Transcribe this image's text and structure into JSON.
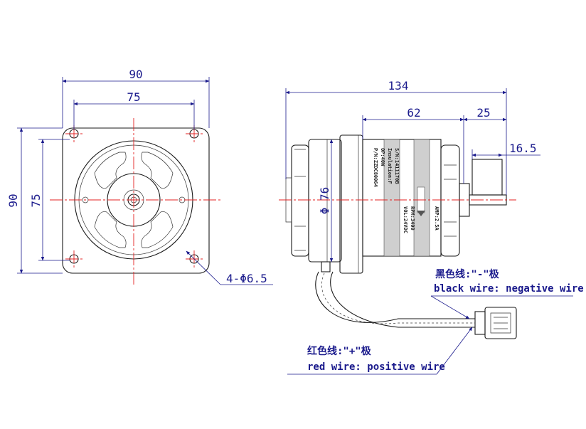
{
  "front_view": {
    "dim_width_outer": "90",
    "dim_width_holes": "75",
    "dim_height_outer": "90",
    "dim_height_holes": "75",
    "hole_callout": "4-Φ6.5"
  },
  "side_view": {
    "dim_total_length": "134",
    "dim_body_length": "62",
    "dim_shaft_length": "25",
    "dim_shaft_flat": "16.5",
    "dim_diameter": "Φ 76"
  },
  "motor_label": {
    "left_lines": [
      "P/N:ZZDC80064",
      "OP:40W",
      "Insulation:F",
      "S/N:1411170B"
    ],
    "right_lines": [
      "VOL:24VDC",
      "RPM:3400",
      "AMP:2.5A"
    ]
  },
  "wires": {
    "black_cn": "黑色线:\"-\"极",
    "black_en": "black wire: negative wire",
    "red_cn": "红色线:\"+\"极",
    "red_en": "red wire: positive wire"
  },
  "colors": {
    "dimension": "#1a1a8c",
    "centerline": "#e32020",
    "outline": "#1a1a1a"
  }
}
